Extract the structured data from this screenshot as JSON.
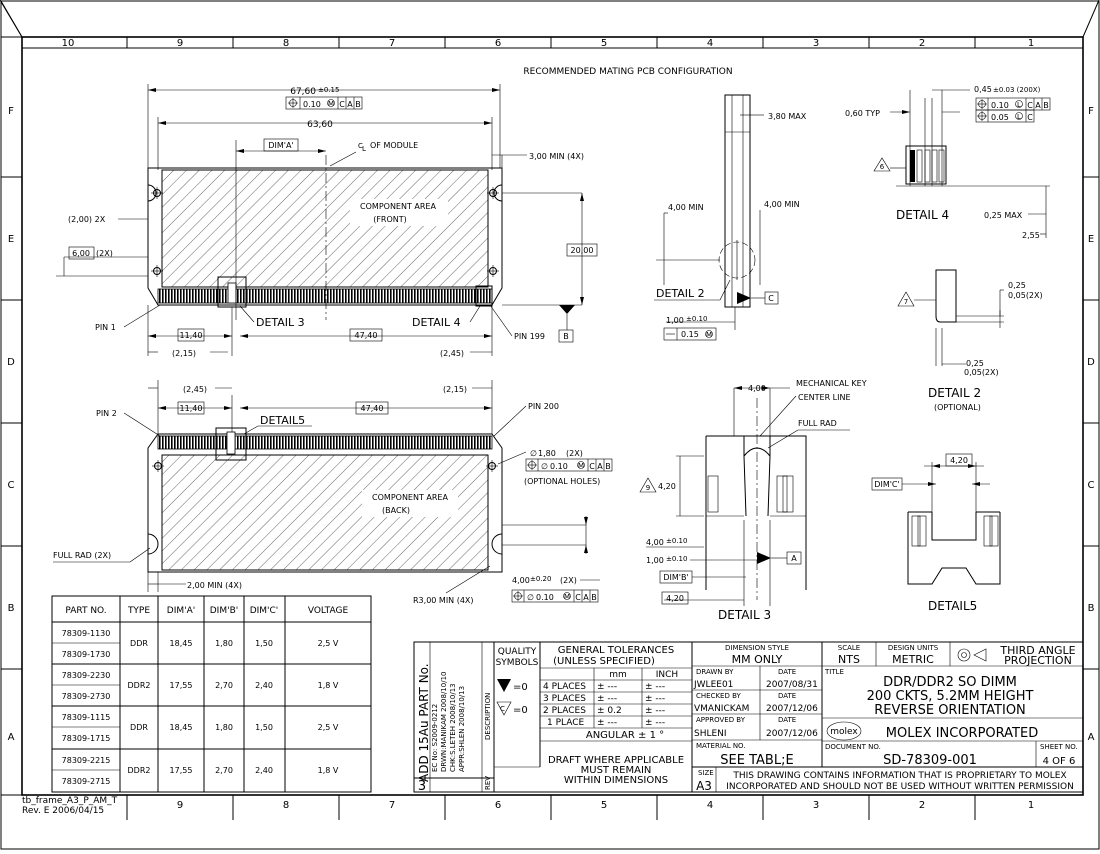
{
  "zones_top": [
    "10",
    "9",
    "8",
    "7",
    "6",
    "5",
    "4",
    "3",
    "2",
    "1"
  ],
  "zones_bottom": [
    "9",
    "8",
    "7",
    "6",
    "5",
    "4",
    "3",
    "2",
    "1"
  ],
  "rows_left": [
    "F",
    "E",
    "D",
    "C",
    "B",
    "A"
  ],
  "rows_right": [
    "F",
    "E",
    "D",
    "C",
    "B",
    "A"
  ],
  "header": "RECOMMENDED MATING PCB CONFIGURATION",
  "front": {
    "dim_overall": "67,60",
    "dim_overall_tol": "±0.15",
    "fcf_overall": "0.10",
    "datum_c": "C",
    "datum_a": "A",
    "datum_b": "B",
    "dim_inner": "63,60",
    "dim_a_box": "DIM'A'",
    "centerline_label": "OF MODULE",
    "min_4x": "3,00 MIN (4X)",
    "holes_2x": "(2,00) 2X",
    "dim_6_box": "6,00",
    "dim_6_note": "(2X)",
    "component_area_1": "COMPONENT AREA",
    "component_area_2": "(FRONT)",
    "dim_20_box": "20,00",
    "pin1": "PIN 1",
    "detail3": "DETAIL 3",
    "detail4": "DETAIL 4",
    "pin199": "PIN 199",
    "dim_1140": "11,40",
    "dim_4740": "47,40",
    "dim_215": "(2,15)",
    "dim_245": "(2,45)",
    "datum_b_box": "B"
  },
  "back": {
    "dim_245": "(2,45)",
    "dim_215": "(2,15)",
    "pin2": "PIN 2",
    "dim_1140": "11,40",
    "dim_4740": "47,40",
    "pin200": "PIN 200",
    "detail5": "DETAIL5",
    "hole_dia": "1,80",
    "hole_note": "(2X)",
    "hole_fcf": "0.10",
    "optional_holes": "(OPTIONAL HOLES)",
    "component_area_1": "COMPONENT AREA",
    "component_area_2": "(BACK)",
    "full_rad": "FULL RAD (2X)",
    "min_200": "2,00 MIN (4X)",
    "r300": "R3,00 MIN (4X)",
    "dim_400": "4,00",
    "dim_400_tol": "±0.20",
    "dim_400_note": "(2X)",
    "fcf_400": "0.10"
  },
  "detail2": {
    "max380": "3,80 MAX",
    "min400_a": "4,00 MIN",
    "min400_b": "4,00 MIN",
    "label": "DETAIL 2",
    "datum_c": "C",
    "dim_100": "1,00",
    "dim_100_tol": "±0.10",
    "fcf": "0.15",
    "label_title": "DETAIL 2",
    "optional": "(OPTIONAL)",
    "tri7": "7",
    "dim_025_a": "0,25",
    "dim_005_a": "0,05(2X)",
    "dim_025_b": "0,25",
    "dim_005_b": "0,05(2X)"
  },
  "detail4": {
    "dim_045": "0,45",
    "dim_045_tol": "±0.03 (200X)",
    "fcf1": "0.10",
    "fcf2": "0.05",
    "typ": "0,60 TYP",
    "tri6": "6",
    "label": "DETAIL 4",
    "max025": "0,25 MAX",
    "dim_255": "2,55"
  },
  "detail3": {
    "dim_400": "4,00",
    "mech_key_1": "MECHANICAL KEY",
    "mech_key_2": "CENTER LINE",
    "full_rad": "FULL RAD",
    "tri9": "9",
    "dim_420": "4,20",
    "dim_400_b": "4,00",
    "dim_400_b_tol": "±0.10",
    "dim_100": "1,00",
    "dim_100_tol": "±0.10",
    "datum_a": "A",
    "dim_b": "DIM'B'",
    "dim_420_box": "4,20",
    "label": "DETAIL 3"
  },
  "detail5": {
    "dim_420": "4,20",
    "dim_c": "DIM'C'",
    "label": "DETAIL5"
  },
  "parts_table": {
    "headers": [
      "PART NO.",
      "TYPE",
      "DIM'A'",
      "DIM'B'",
      "DIM'C'",
      "VOLTAGE"
    ],
    "groups": [
      {
        "parts": [
          "78309-1130",
          "78309-1730"
        ],
        "type": "DDR",
        "a": "18,45",
        "b": "1,80",
        "c": "1,50",
        "v": "2,5  V"
      },
      {
        "parts": [
          "78309-2230",
          "78309-2730"
        ],
        "type": "DDR2",
        "a": "17,55",
        "b": "2,70",
        "c": "2,40",
        "v": "1,8  V"
      },
      {
        "parts": [
          "78309-1115",
          "78309-1715"
        ],
        "type": "DDR",
        "a": "18,45",
        "b": "1,80",
        "c": "1,50",
        "v": "2,5  V"
      },
      {
        "parts": [
          "78309-2215",
          "78309-2715"
        ],
        "type": "DDR2",
        "a": "17,55",
        "b": "2,70",
        "c": "2,40",
        "v": "1,8  V"
      }
    ]
  },
  "revision": {
    "rev": "3",
    "line1": "ADD 15Au PART No.",
    "line2": "EC No: S2009-0212",
    "line3": "DRWN:MANIKAM   2008/10/10",
    "line4": "CHK:S.LETEH    2008/10/13",
    "line5": "APPR:SHLEN     2008/10/13",
    "desc": "DESCRIPTION",
    "rev_lbl": "REV"
  },
  "title_block": {
    "quality_1": "QUALITY",
    "quality_2": "SYMBOLS",
    "sym1": "=0",
    "sym2": "=0",
    "gen_tol_1": "GENERAL TOLERANCES",
    "gen_tol_2": "(UNLESS SPECIFIED)",
    "col_mm": "mm",
    "col_inch": "INCH",
    "places": [
      "4 PLACES",
      "3 PLACES",
      "2 PLACES",
      "1 PLACE"
    ],
    "mm_vals": [
      "± ---",
      "± ---",
      "± 0.2",
      "± ---"
    ],
    "inch_vals": [
      "± ---",
      "± ---",
      "± ---",
      "± ---"
    ],
    "angular": "ANGULAR ± 1 °",
    "draft_1": "DRAFT WHERE APPLICABLE",
    "draft_2": "MUST REMAIN",
    "draft_3": "WITHIN DIMENSIONS",
    "dim_style_lbl": "DIMENSION STYLE",
    "dim_style": "MM ONLY",
    "drawn_lbl": "DRAWN BY",
    "date_lbl": "DATE",
    "drawn_by": "JWLEE01",
    "drawn_date": "2007/08/31",
    "checked_lbl": "CHECKED BY",
    "checked_by": "VMANICKAM",
    "checked_date": "2007/12/06",
    "approved_lbl": "APPROVED BY",
    "approved_by": "SHLENI",
    "approved_date": "2007/12/06",
    "material_lbl": "MATERIAL NO.",
    "material": "SEE  TABL;E",
    "size_lbl": "SIZE",
    "size": "A3",
    "scale_lbl": "SCALE",
    "scale": "NTS",
    "units_lbl": "DESIGN UNITS",
    "units": "METRIC",
    "projection_1": "THIRD ANGLE",
    "projection_2": "PROJECTION",
    "title_lbl": "TITLE",
    "title_1": "DDR/DDR2 SO DIMM",
    "title_2": "200 CKTS, 5.2MM HEIGHT",
    "title_3": "REVERSE ORIENTATION",
    "logo": "molex",
    "company": "MOLEX INCORPORATED",
    "doc_lbl": "DOCUMENT NO.",
    "doc_no": "SD-78309-001",
    "sheet_lbl": "SHEET NO.",
    "sheet": "4  OF  6",
    "prop_1": "THIS DRAWING CONTAINS INFORMATION THAT IS PROPRIETARY TO MOLEX",
    "prop_2": "INCORPORATED AND SHOULD NOT BE USED WITHOUT WRITTEN PERMISSION"
  },
  "frame_note_1": "tb_frame_A3_P_AM_T",
  "frame_note_2": "Rev. E  2006/04/15"
}
